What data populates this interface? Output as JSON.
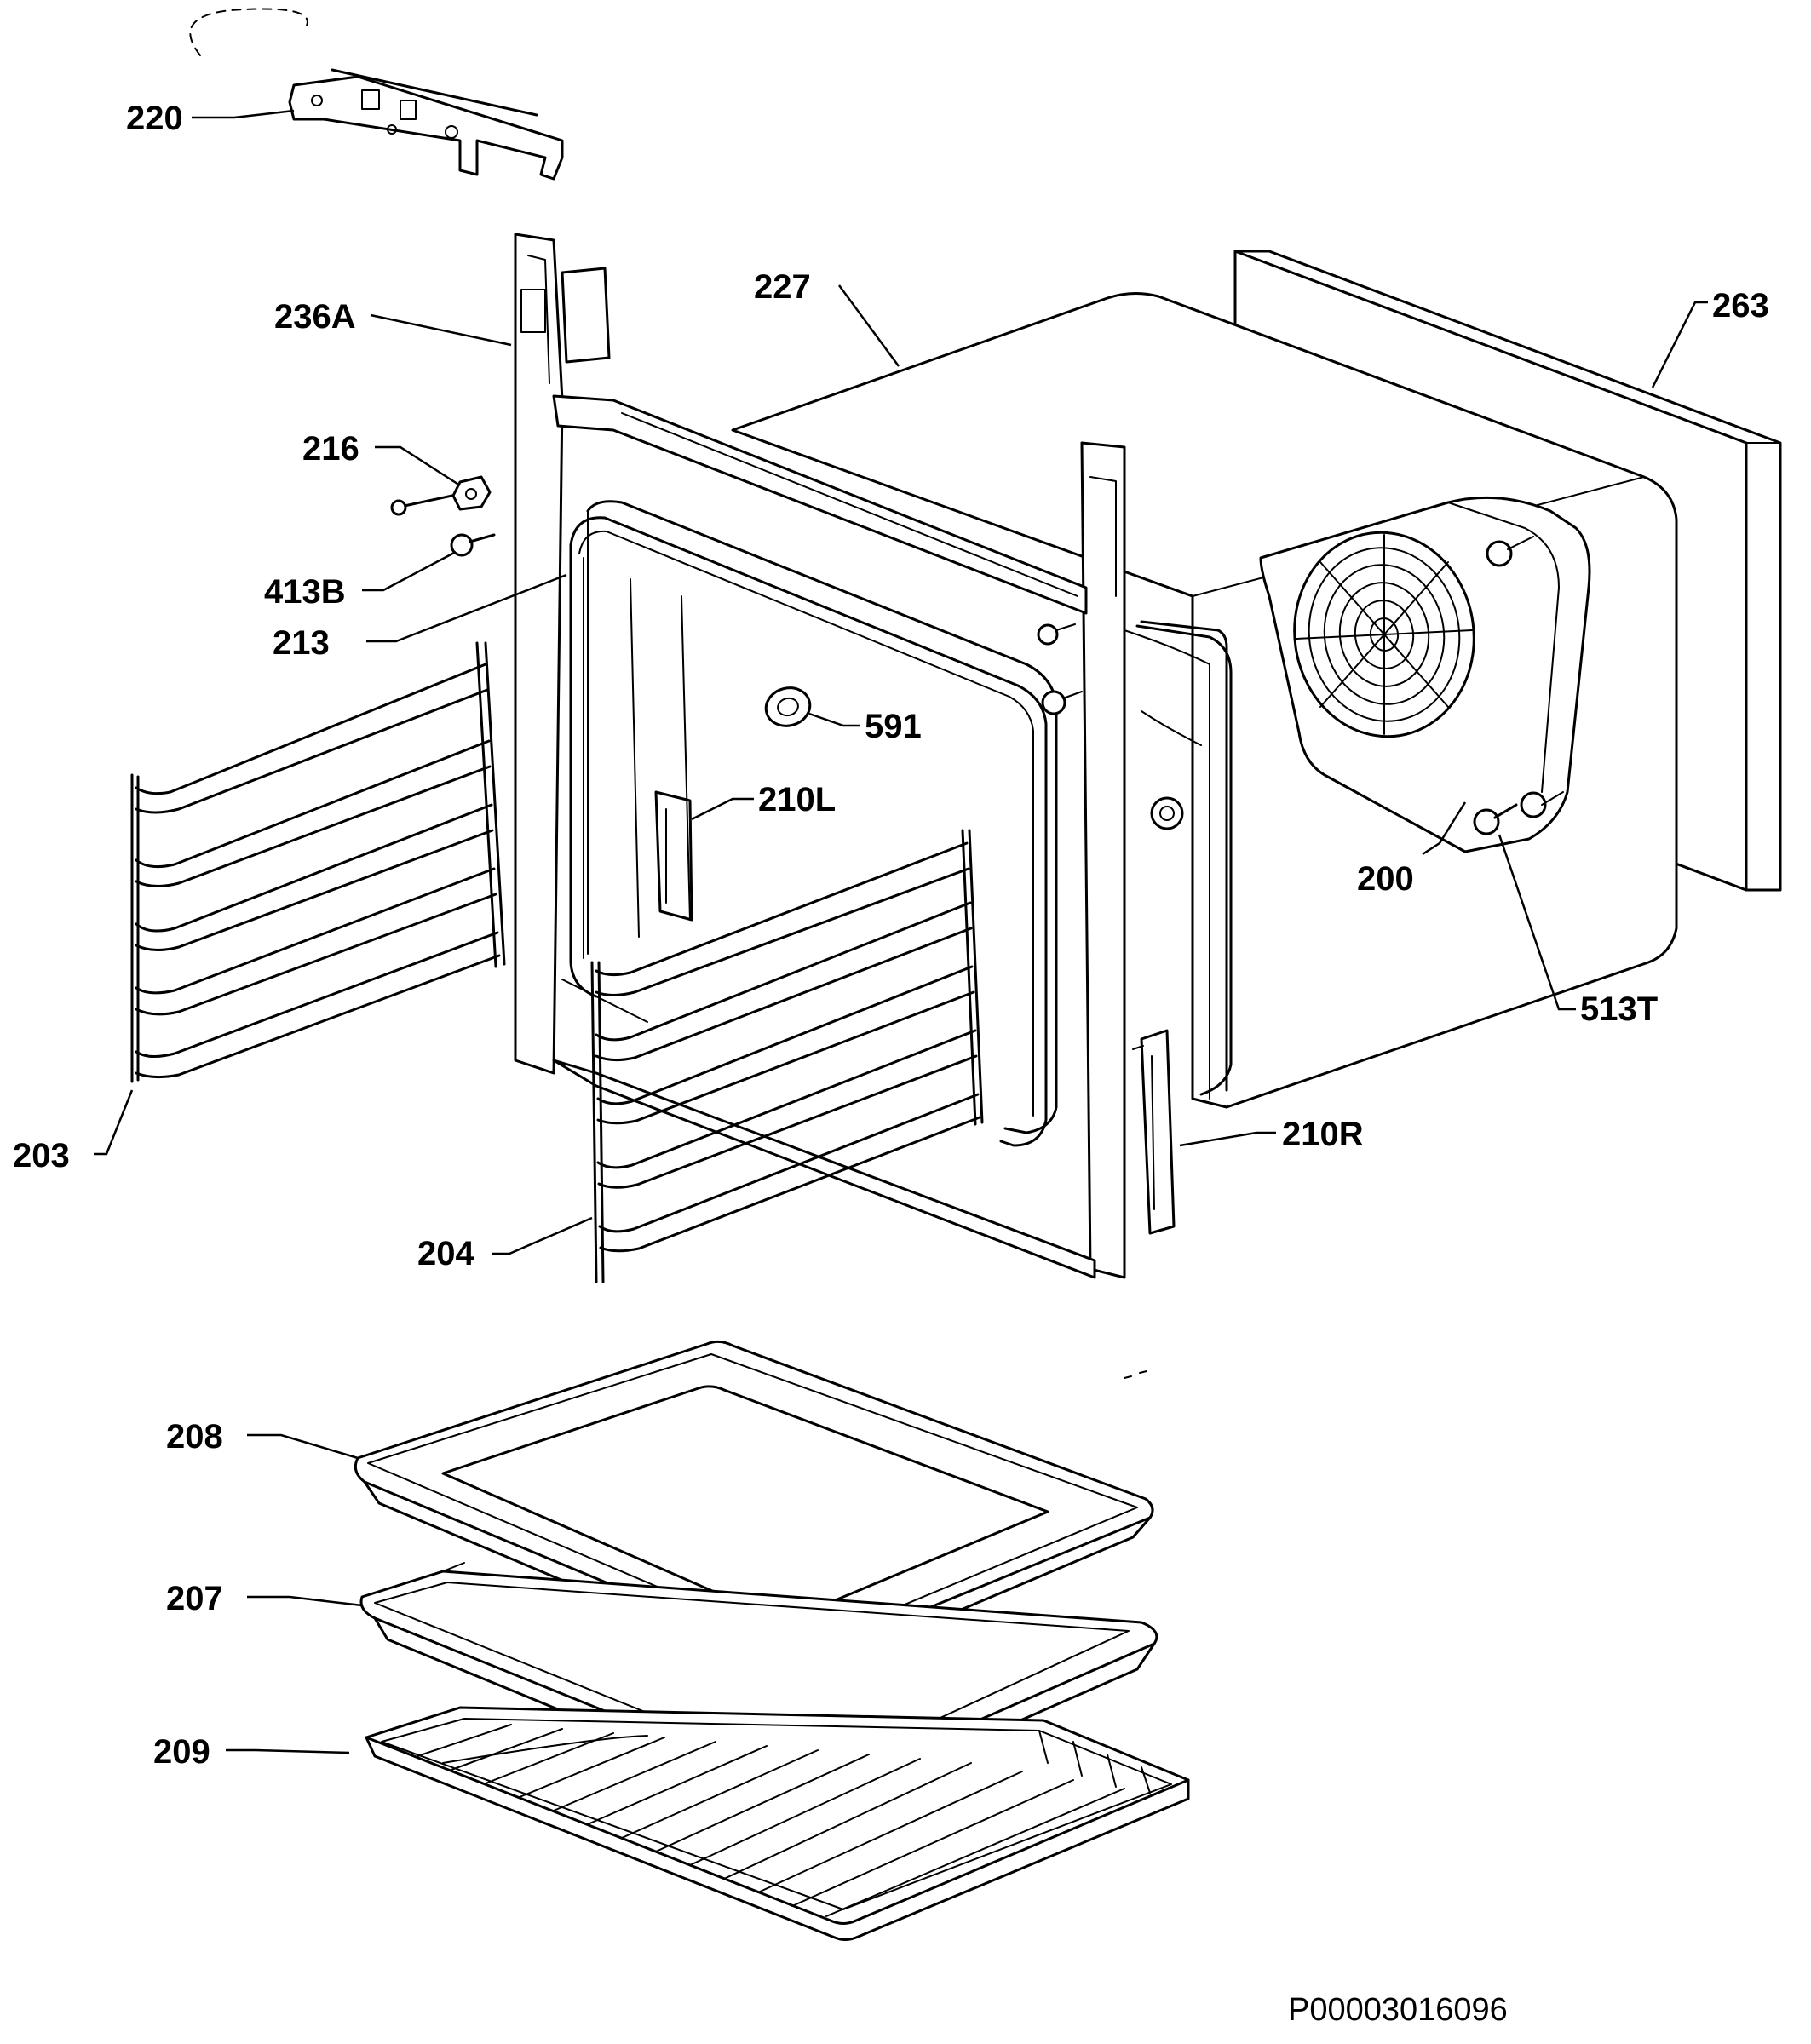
{
  "parts": [
    {
      "id": "p220",
      "label": "220"
    },
    {
      "id": "p236A",
      "label": "236A"
    },
    {
      "id": "p227",
      "label": "227"
    },
    {
      "id": "p263",
      "label": "263"
    },
    {
      "id": "p216",
      "label": "216"
    },
    {
      "id": "p413B",
      "label": "413B"
    },
    {
      "id": "p213",
      "label": "213"
    },
    {
      "id": "p591",
      "label": "591"
    },
    {
      "id": "p210L",
      "label": "210L"
    },
    {
      "id": "p200",
      "label": "200"
    },
    {
      "id": "p513T",
      "label": "513T"
    },
    {
      "id": "p203",
      "label": "203"
    },
    {
      "id": "p210R",
      "label": "210R"
    },
    {
      "id": "p204",
      "label": "204"
    },
    {
      "id": "p208",
      "label": "208"
    },
    {
      "id": "p207",
      "label": "207"
    },
    {
      "id": "p209",
      "label": "209"
    }
  ],
  "document_code": "P00003016096"
}
